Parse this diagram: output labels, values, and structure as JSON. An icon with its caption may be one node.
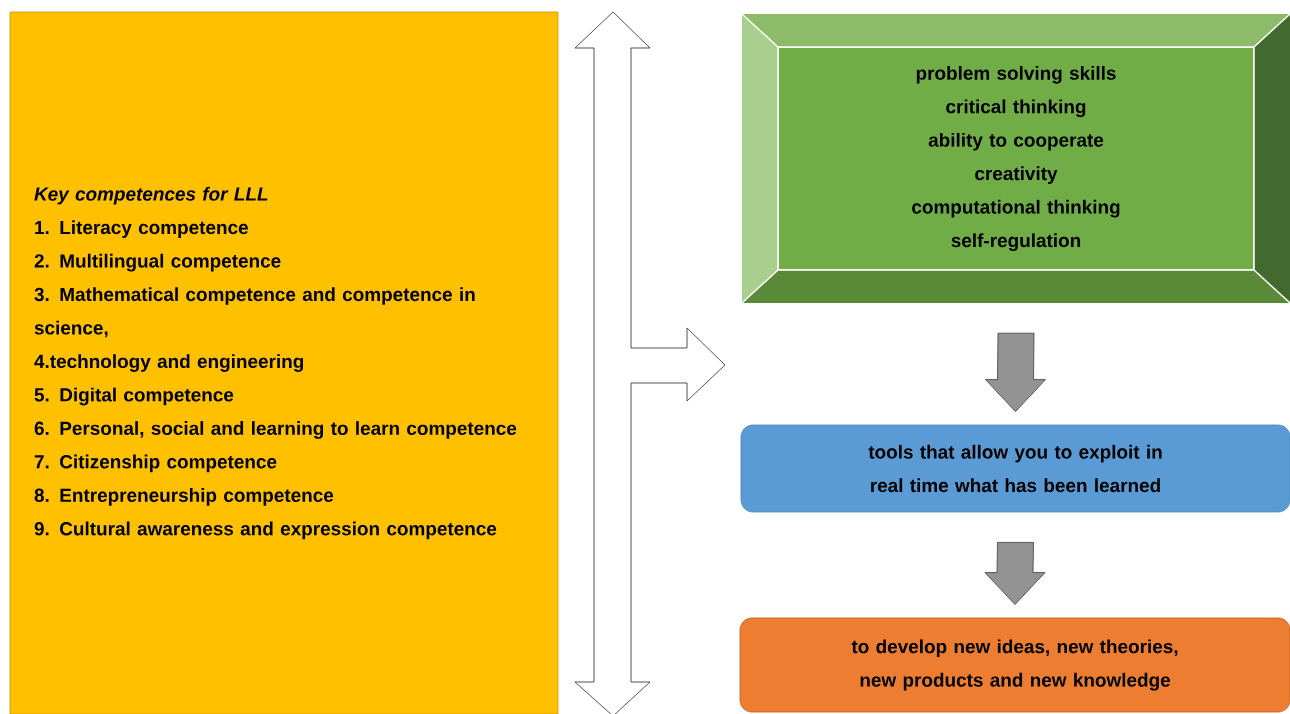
{
  "diagram": {
    "nodes": [
      {
        "text": [
          "Key competences for LLL",
          "1. Literacy competence",
          "2. Multilingual competence",
          "3. Mathematical competence and competence in science,",
          "4.technology and engineering",
          "5. Digital competence",
          "6. Personal, social and learning to learn competence",
          "7. Citizenship competence",
          "8. Entrepreneurship competence",
          "9. Cultural awareness and expression competence"
        ]
      },
      {
        "text": [
          "problem solving skills",
          "critical thinking",
          "ability to cooperate",
          "creativity",
          "computational thinking",
          "self-regulation"
        ]
      },
      {
        "text": [
          "tools that allow you to exploit in real time what has been learned"
        ]
      },
      {
        "text": [
          "to develop new ideas, new theories, new products and new knowledge"
        ]
      }
    ],
    "edges": [
      {
        "from": 1,
        "to": 2,
        "arrow": "to"
      },
      {
        "from": 2,
        "to": 3,
        "arrow": "to"
      }
    ]
  }
}
